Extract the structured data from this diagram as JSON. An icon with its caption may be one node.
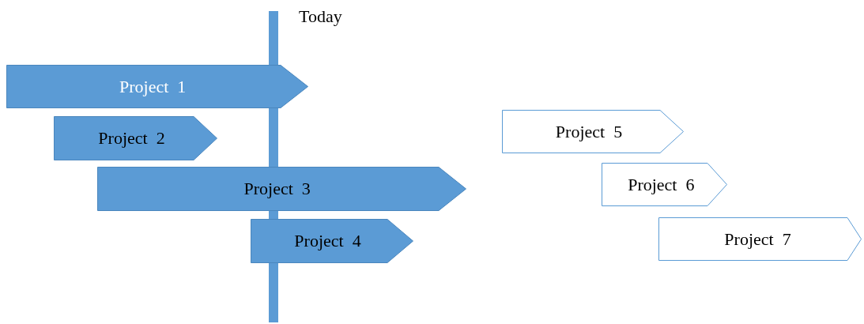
{
  "diagram": {
    "nodes": [
      {
        "text": [
          "Project  1"
        ]
      },
      {
        "text": [
          "Project  2"
        ]
      },
      {
        "text": [
          "Project  3"
        ]
      },
      {
        "text": [
          "Project  4"
        ]
      },
      {
        "text": [
          "Project  5"
        ]
      },
      {
        "text": [
          "Project  6"
        ]
      },
      {
        "text": [
          "Project  7"
        ]
      }
    ],
    "labels": [
      "Today"
    ]
  }
}
